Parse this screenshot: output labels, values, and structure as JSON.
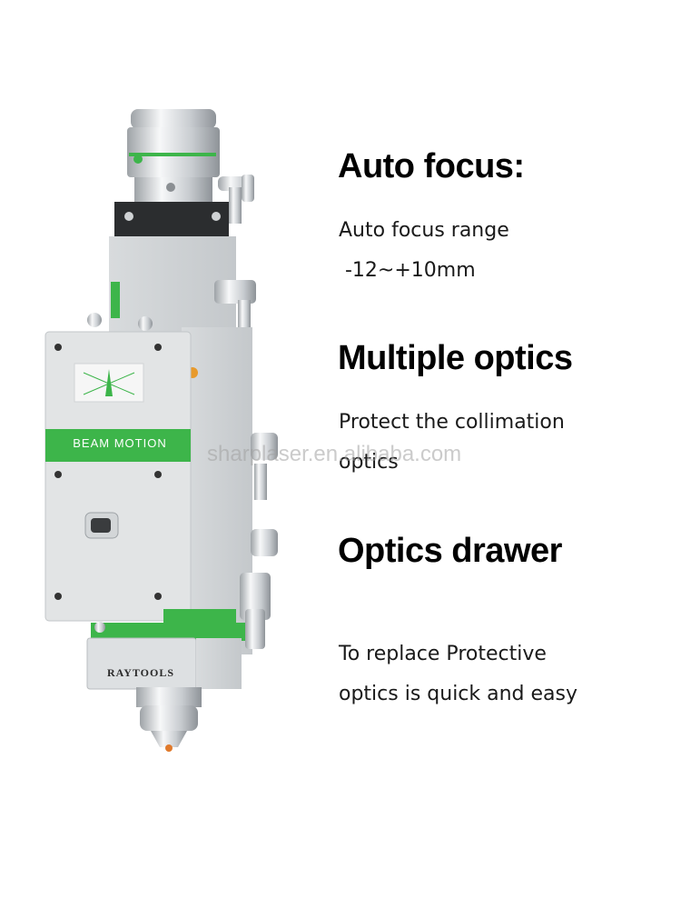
{
  "features": [
    {
      "title": "Auto focus:",
      "lines": [
        "Auto focus range",
        " -12~+10mm"
      ]
    },
    {
      "title": "Multiple optics",
      "lines": [
        "Protect the collimation",
        "optics"
      ]
    },
    {
      "title": "Optics drawer",
      "lines": [
        "To replace Protective",
        "optics is quick and easy"
      ]
    }
  ],
  "product": {
    "panel_label": "BEAM MOTION",
    "brand_logo": "RAYTOOLS",
    "accent_color": "#3db54a"
  },
  "watermark": "sharplaser.en.alibaba.com"
}
